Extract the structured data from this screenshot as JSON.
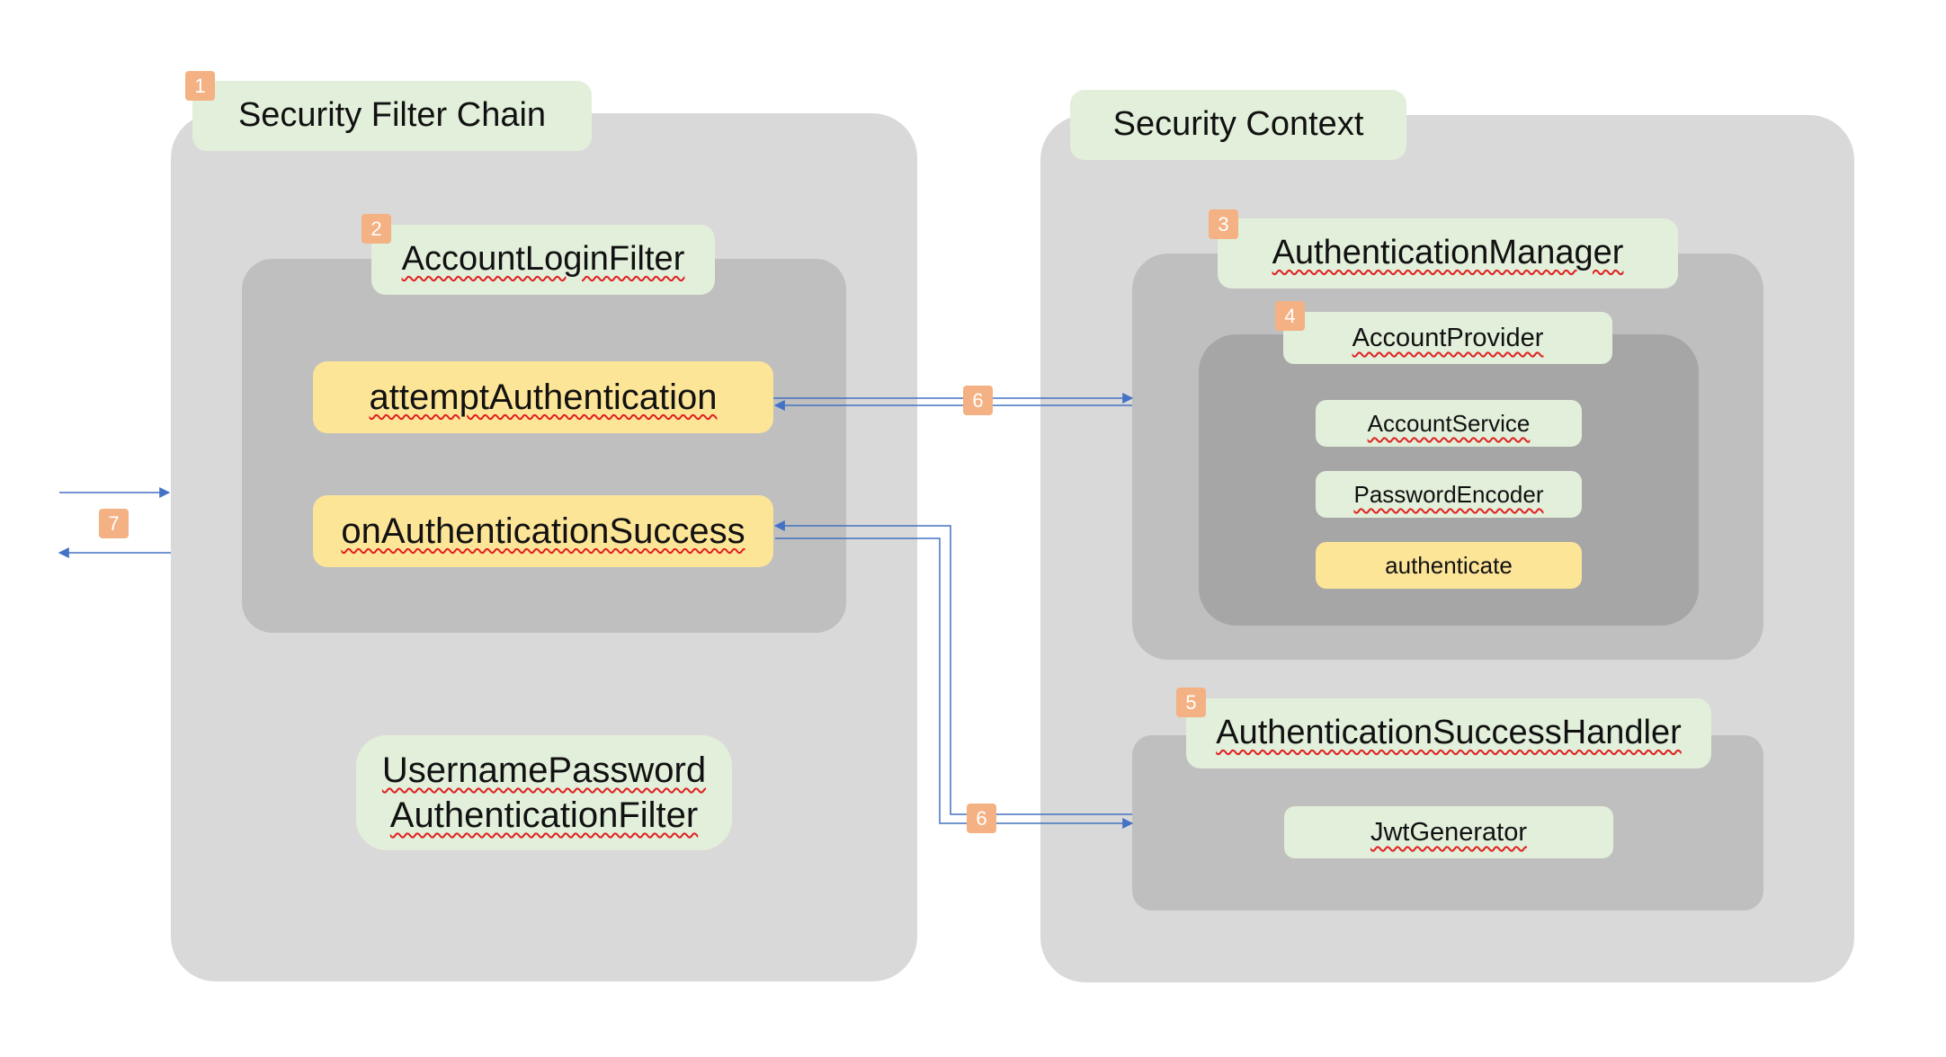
{
  "security_filter_chain": {
    "title": "Security Filter Chain",
    "badge": "1",
    "account_login_filter": {
      "title": "AccountLoginFilter",
      "badge": "2",
      "methods": [
        "attemptAuthentication",
        "onAuthenticationSuccess"
      ]
    },
    "username_password_filter": {
      "line1": "UsernamePassword",
      "line2": "AuthenticationFilter"
    }
  },
  "security_context": {
    "title": "Security Context",
    "authentication_manager": {
      "title": "AuthenticationManager",
      "badge": "3",
      "account_provider": {
        "title": "AccountProvider",
        "badge": "4",
        "items": [
          "AccountService",
          "PasswordEncoder"
        ],
        "method": "authenticate"
      }
    },
    "success_handler": {
      "title": "AuthenticationSuccessHandler",
      "badge": "5",
      "items": [
        "JwtGenerator"
      ]
    }
  },
  "arrows": {
    "auth_badge": "6",
    "success_badge": "6",
    "external_badge": "7",
    "color": "#4472c4"
  },
  "colors": {
    "panel": "#d9d9d9",
    "inner": "#bfbfbf",
    "inner_dark": "#a6a6a6",
    "label": "#e2efda",
    "method": "#fde598",
    "badge": "#f4b183"
  }
}
